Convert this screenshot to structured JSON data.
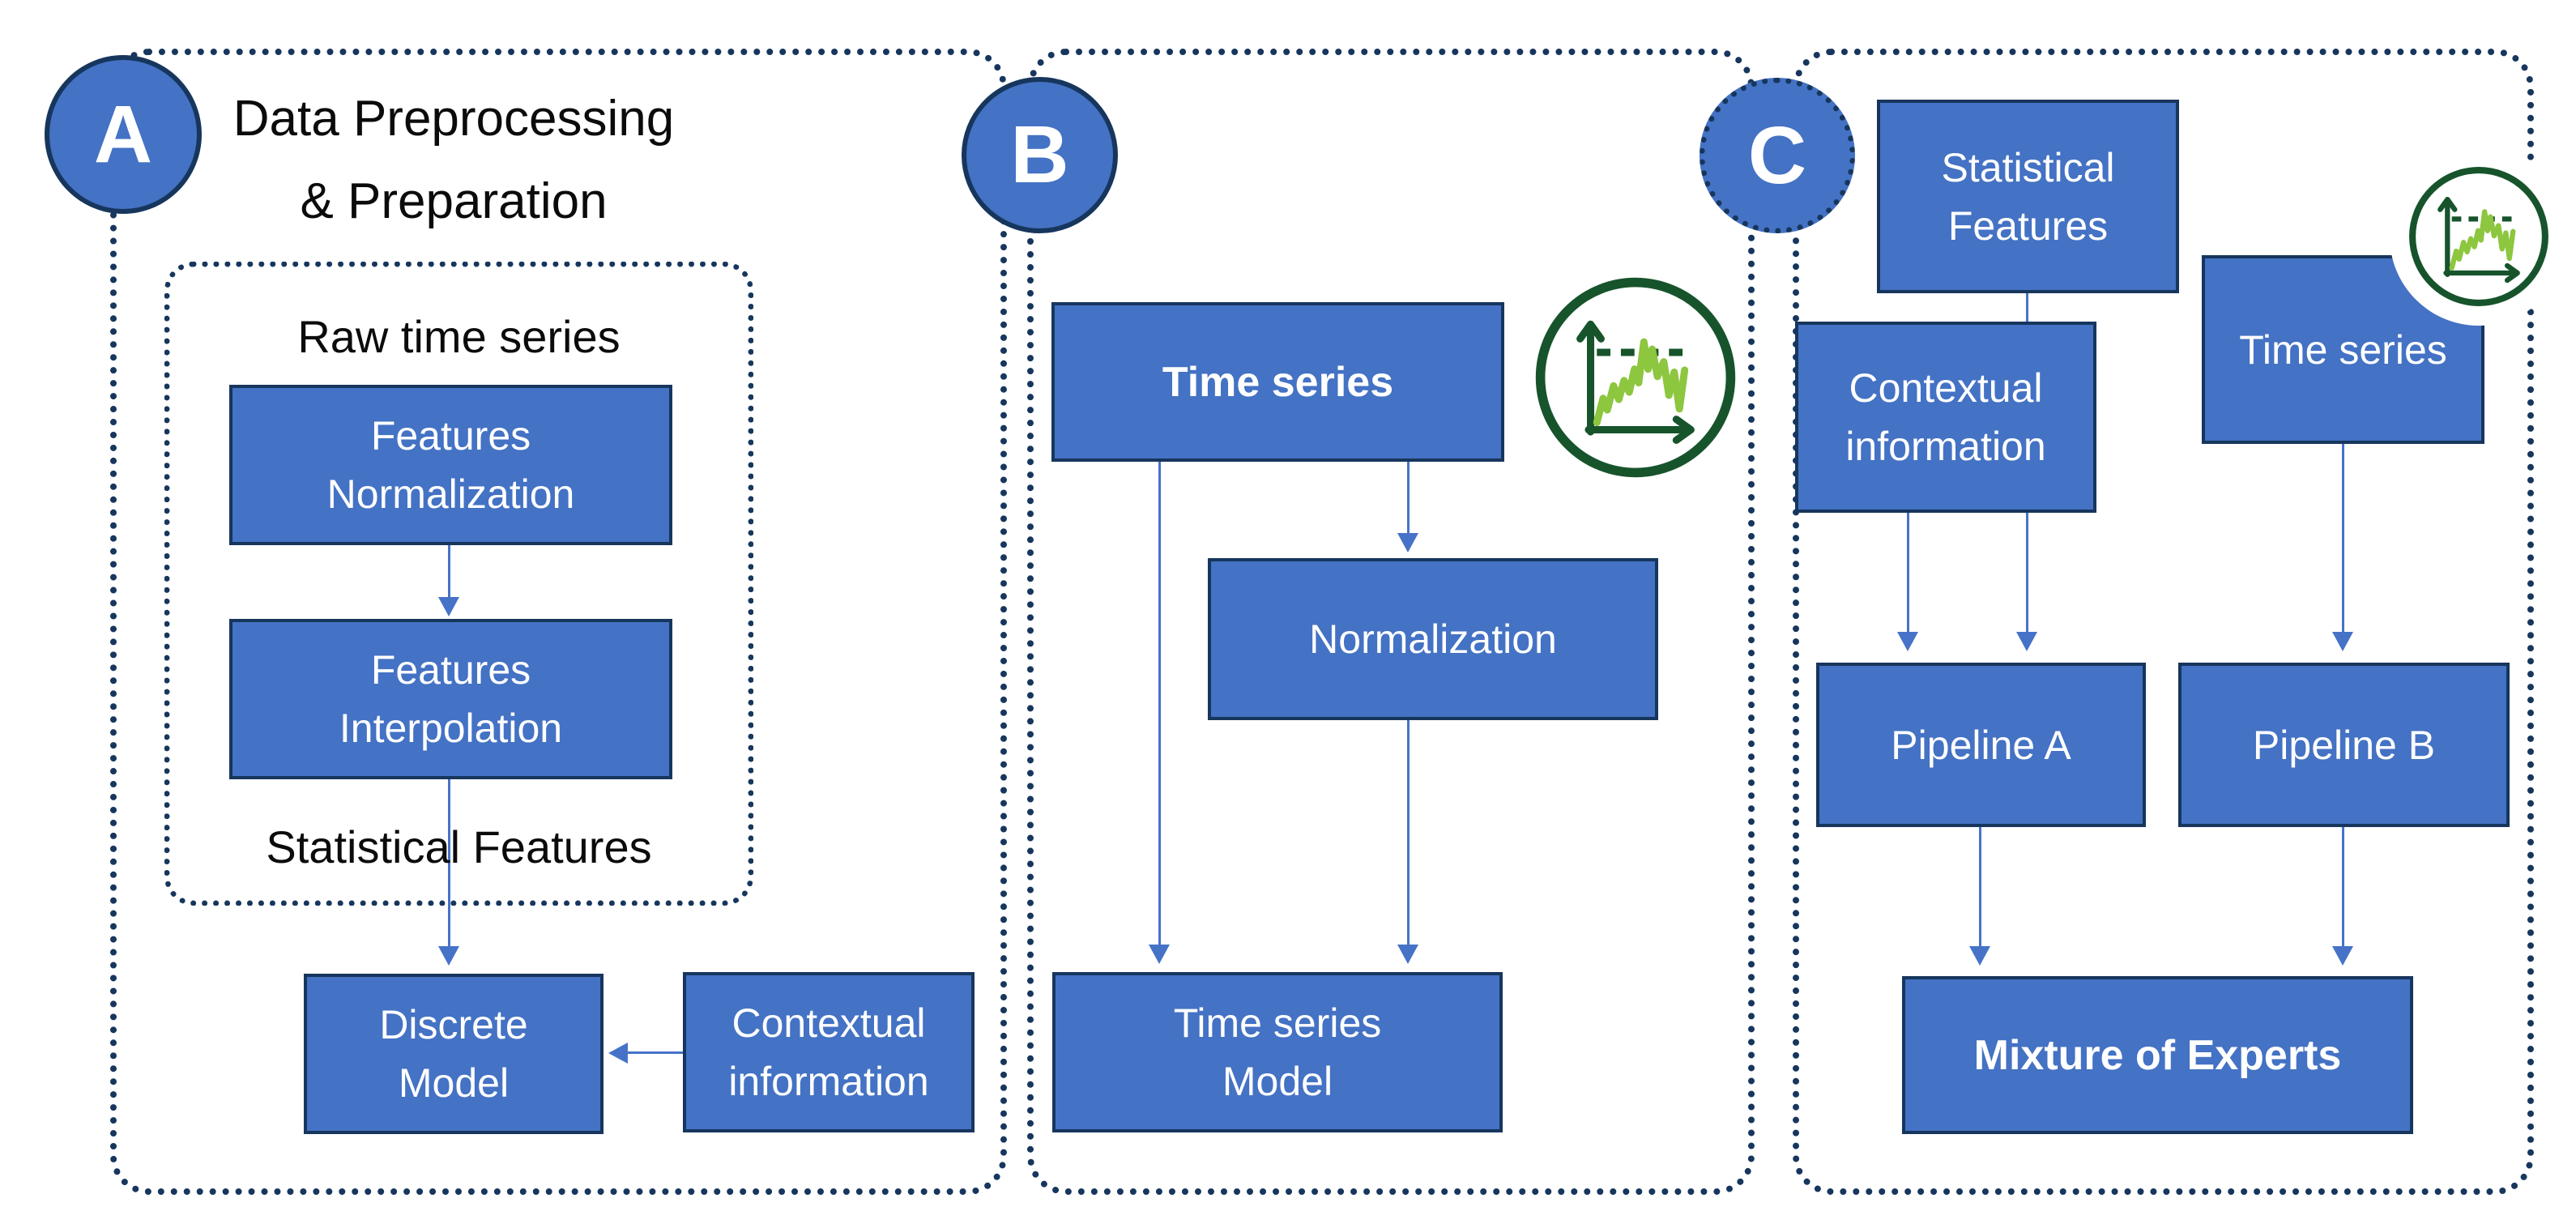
{
  "colors": {
    "node_fill": "#4472C4",
    "node_border": "#17365D",
    "dotted_outline": "#17365D",
    "arrow": "#4673C8",
    "icon_ring": "#17542C",
    "icon_series": "#8DC63F",
    "text_dark": "#0B0B0B",
    "text_light": "#FFFFFF"
  },
  "panels": {
    "a": {
      "letter": "A",
      "title_line1": "Data Preprocessing",
      "title_line2": "& Preparation",
      "raw_time_series_label": "Raw time series",
      "statistical_features_label": "Statistical Features",
      "features_normalization": {
        "line1": "Features",
        "line2": "Normalization"
      },
      "features_interpolation": {
        "line1": "Features",
        "line2": "Interpolation"
      },
      "discrete_model": {
        "line1": "Discrete",
        "line2": "Model"
      },
      "contextual_information": {
        "line1": "Contextual",
        "line2": "information"
      }
    },
    "b": {
      "letter": "B",
      "time_series": "Time series",
      "normalization": "Normalization",
      "time_series_model": {
        "line1": "Time series",
        "line2": "Model"
      }
    },
    "c": {
      "letter": "C",
      "statistical_features": {
        "line1": "Statistical",
        "line2": "Features"
      },
      "contextual_information": {
        "line1": "Contextual",
        "line2": "information"
      },
      "time_series": "Time series",
      "pipeline_a": "Pipeline A",
      "pipeline_b": "Pipeline B",
      "mixture_of_experts": "Mixture of Experts"
    }
  }
}
